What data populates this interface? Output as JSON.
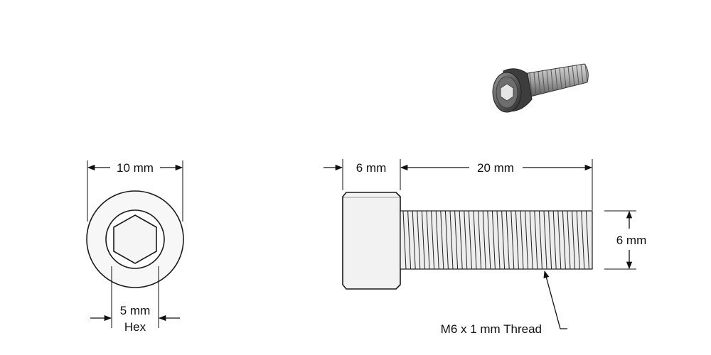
{
  "end_view": {
    "width_label": "10 mm",
    "hex_size_label": "5 mm",
    "hex_label": "Hex"
  },
  "side_view": {
    "head_length_label": "6 mm",
    "shaft_length_label": "20 mm",
    "diameter_label": "6 mm",
    "thread_label": "M6 x 1 mm Thread"
  },
  "colors": {
    "line": "#111111",
    "part_fill": "#f2f2f2",
    "render_dark": "#4a4a4a",
    "render_light": "#c8c8c8"
  },
  "icons": {
    "iso_view": "socket-cap-screw-render"
  }
}
